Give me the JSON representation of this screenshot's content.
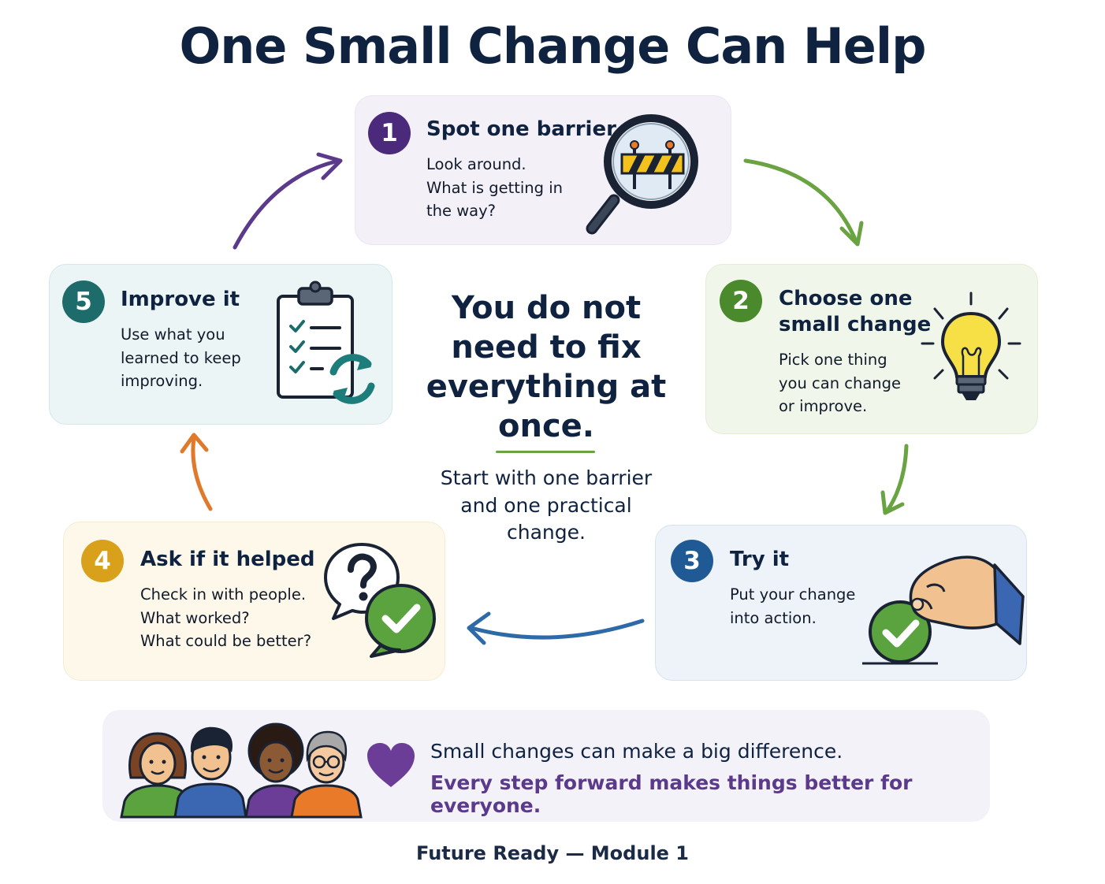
{
  "title": "One Small Change Can Help",
  "steps": [
    {
      "number": "1",
      "heading": "Spot one barrier",
      "lines": [
        "Look around.",
        "What is getting in",
        "the way?"
      ],
      "icon": "magnifier-barrier-icon",
      "color": "#4b2a7b"
    },
    {
      "number": "2",
      "heading_lines": [
        "Choose one",
        "small change"
      ],
      "lines": [
        "Pick one thing",
        "you can change",
        "or improve."
      ],
      "icon": "lightbulb-icon",
      "color": "#4b8a2c"
    },
    {
      "number": "3",
      "heading": "Try it",
      "lines": [
        "Put your change",
        "into action."
      ],
      "icon": "hand-check-icon",
      "color": "#1f5a94"
    },
    {
      "number": "4",
      "heading": "Ask if it helped",
      "lines": [
        "Check in with people.",
        "What worked?",
        "What could be better?"
      ],
      "icon": "speech-bubbles-icon",
      "color": "#d9a01b"
    },
    {
      "number": "5",
      "heading": "Improve it",
      "lines": [
        "Use what you",
        "learned to keep",
        "improving."
      ],
      "icon": "clipboard-refresh-icon",
      "color": "#1d6b6b"
    }
  ],
  "center": {
    "title_lines": [
      "You do not",
      "need to fix",
      "everything at",
      "once."
    ],
    "subtitle_lines": [
      "Start with one barrier",
      "and one practical",
      "change."
    ]
  },
  "banner": {
    "line1": "Small changes can make a big difference.",
    "line2": "Every step forward makes things better for everyone."
  },
  "footer": "Future Ready — Module 1",
  "colors": {
    "purple": "#5b3a8c",
    "green": "#6aa341",
    "blue": "#2e6aa8",
    "orange": "#e07a2a",
    "navy": "#0f2240"
  }
}
